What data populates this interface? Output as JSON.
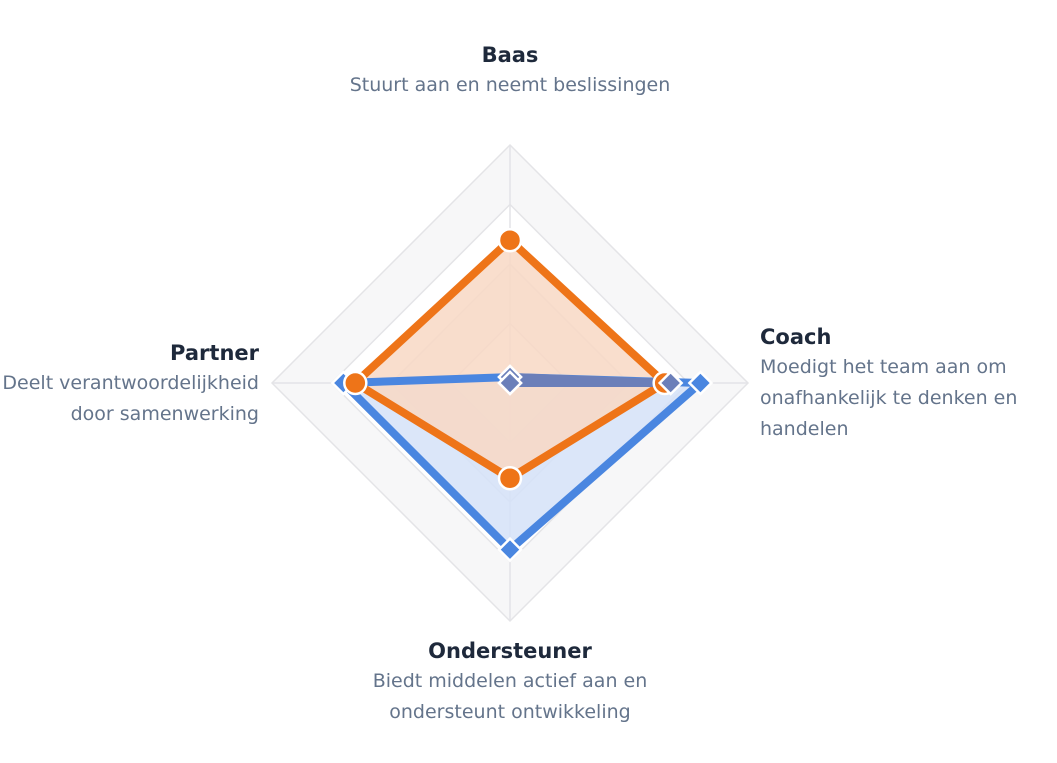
{
  "chart_data": {
    "type": "radar",
    "axes": [
      {
        "title": "Baas",
        "description": "Stuurt aan en neemt beslissingen"
      },
      {
        "title": "Coach",
        "description": "Moedigt het team aan om onafhankelijk te denken en handelen"
      },
      {
        "title": "Ondersteuner",
        "description": "Biedt middelen actief aan en ondersteunt ontwikkeling"
      },
      {
        "title": "Partner",
        "description": "Deelt verantwoordelijkheid door samenwerking"
      }
    ],
    "rlim": [
      0,
      4
    ],
    "grid": true,
    "grid_rings": 4,
    "legend": "none",
    "series": [
      {
        "values": [
          0.1,
          3.2,
          2.8,
          2.8
        ],
        "color": "#4a86e0",
        "fill": "#d5e2f8",
        "marker": "diamond"
      },
      {
        "values": [
          2.4,
          2.6,
          1.6,
          2.6
        ],
        "color": "#ee7418",
        "fill": "#f8d8c4",
        "marker": "circle"
      },
      {
        "values": [
          0.1,
          2.7,
          0.0,
          0.0
        ],
        "color": "#6b7fb9",
        "fill": "none",
        "marker": "diamond"
      }
    ]
  }
}
